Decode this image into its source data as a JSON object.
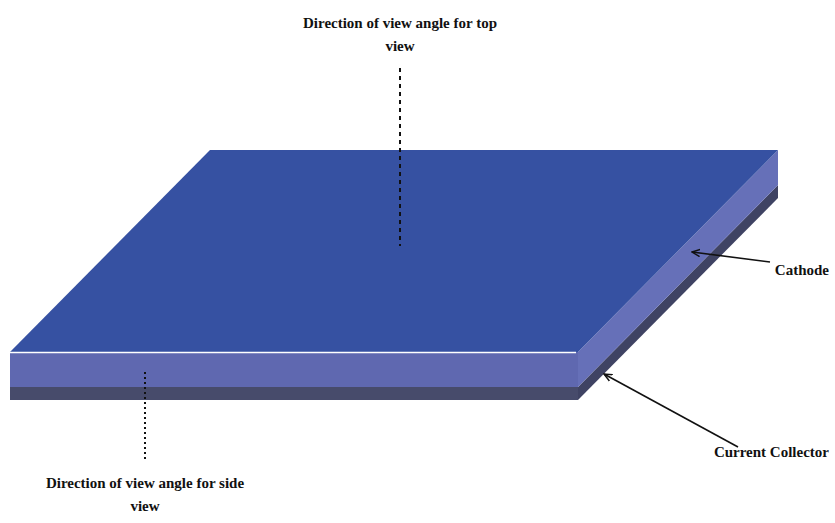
{
  "diagram": {
    "labels": [
      "Direction of view angle for top view",
      "Direction of view angle for side view",
      "Cathode",
      "Current Collector"
    ]
  }
}
